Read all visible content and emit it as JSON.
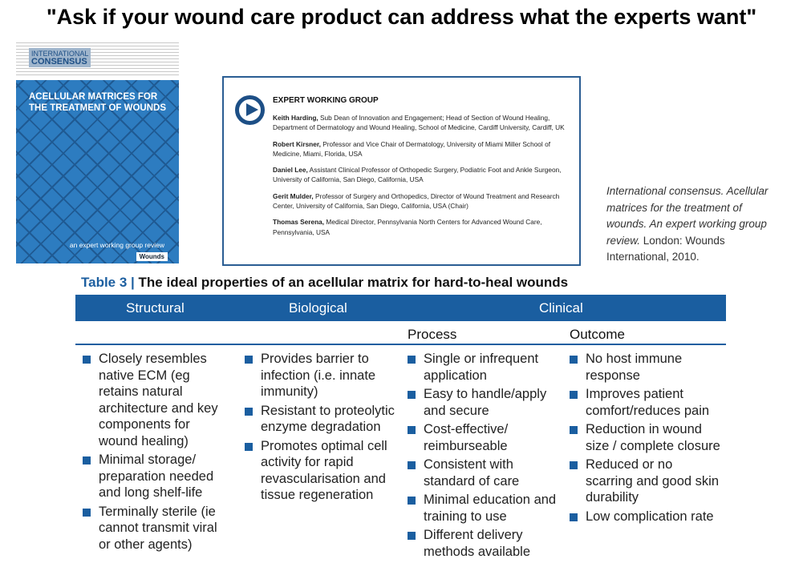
{
  "title": "\"Ask if your wound care product can address what the experts want\"",
  "cover": {
    "badge_line1": "INTERNATIONAL",
    "badge_line2": "CONSENSUS",
    "title_line1": "ACELLULAR MATRICES FOR",
    "title_line2": "THE TREATMENT OF WOUNDS",
    "subtitle": "an expert working group review",
    "logo": "Wounds"
  },
  "expert_group": {
    "heading": "EXPERT WORKING GROUP",
    "members": [
      {
        "name": "Keith Harding,",
        "role": " Sub Dean of Innovation and Engagement; Head of Section of Wound Healing, Department of Dermatology and Wound Healing, School of Medicine, Cardiff University, Cardiff, UK"
      },
      {
        "name": "Robert Kirsner,",
        "role": " Professor and Vice Chair of Dermatology, University of Miami Miller School of Medicine, Miami, Florida, USA"
      },
      {
        "name": "Daniel Lee,",
        "role": " Assistant Clinical Professor of Orthopedic Surgery, Podiatric Foot and Ankle Surgeon, University of California, San Diego, California, USA"
      },
      {
        "name": "Gerit Mulder,",
        "role": " Professor of Surgery and Orthopedics, Director of Wound Treatment and Research Center, University of California, San Diego, California, USA (Chair)"
      },
      {
        "name": "Thomas Serena,",
        "role": " Medical Director, Pennsylvania North Centers for Advanced Wound Care, Pennsylvania, USA"
      }
    ]
  },
  "citation": {
    "italic": "International consensus. Acellular matrices for the treatment of wounds. An expert working group review.",
    "plain": " London: Wounds International, 2010."
  },
  "table": {
    "label": "Table 3 |",
    "title": " The ideal properties of an acellular matrix for hard-to-heal wounds",
    "headers": {
      "structural": "Structural",
      "biological": "Biological",
      "clinical": "Clinical",
      "process": "Process",
      "outcome": "Outcome"
    },
    "structural": [
      "Closely resembles native ECM (eg retains natural architecture and key components for wound healing)",
      "Minimal storage/ preparation needed and long shelf-life",
      "Terminally sterile (ie cannot transmit viral or other agents)"
    ],
    "biological": [
      "Provides barrier to infection (i.e. innate immunity)",
      "Resistant to proteolytic enzyme degradation",
      "Promotes optimal cell activity for rapid revascularisation and tissue regeneration"
    ],
    "process": [
      "Single or infrequent application",
      "Easy to handle/apply and secure",
      "Cost-effective/ reimburseable",
      "Consistent with standard of care",
      "Minimal education and training to use",
      "Different delivery methods available"
    ],
    "outcome": [
      "No host immune response",
      "Improves patient comfort/reduces pain",
      "Reduction in wound size / complete closure",
      "Reduced or no scarring and good skin durability",
      "Low complication rate"
    ]
  },
  "colors": {
    "accent": "#1a5ea0"
  }
}
